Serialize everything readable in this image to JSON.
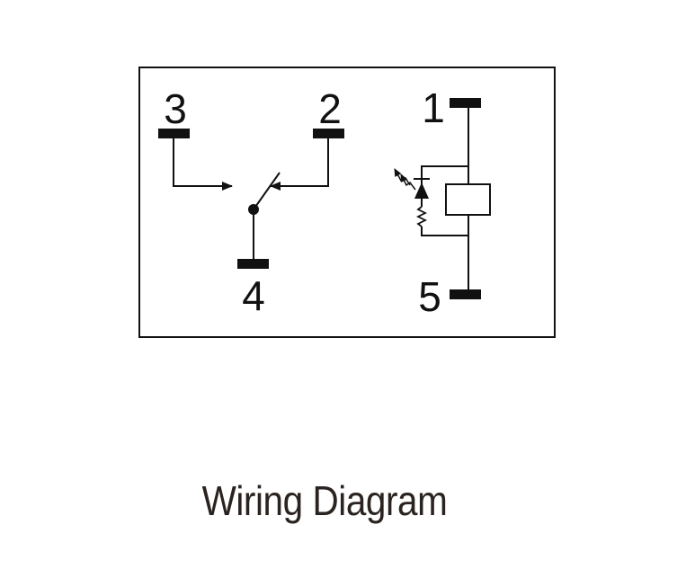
{
  "diagram": {
    "pins": {
      "pin3": "3",
      "pin2": "2",
      "pin1": "1",
      "pin4": "4",
      "pin5": "5"
    }
  },
  "caption": "Wiring Diagram",
  "colors": {
    "line": "#111111",
    "caption": "#2a2320",
    "background": "#ffffff"
  }
}
